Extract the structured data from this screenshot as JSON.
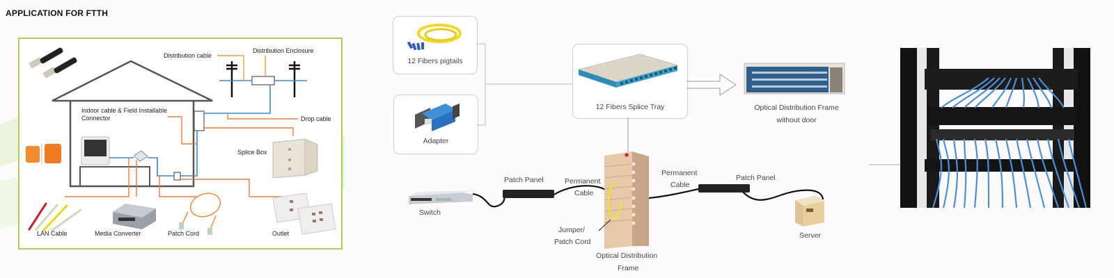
{
  "ftth": {
    "title": "APPLICATION FOR FTTH",
    "labels": {
      "distribution_cable": "Distribution cable",
      "distribution_enclosure": "Distribution Enclosure",
      "indoor_cable_line1": "Indoor cable & Field Installable",
      "indoor_cable_line2": "Connector",
      "drop_cable": "Drop cable",
      "splice_box": "Splice Box",
      "lan_cable": "LAN Cable",
      "media_converter": "Media Converter",
      "patch_cord": "Patch Cord",
      "outlet": "Outlet"
    },
    "colors": {
      "frame": "#a6d05a",
      "fiber_blue": "#3a86d4",
      "copper_orange": "#f07a3a",
      "leader_orange": "#f5a040"
    }
  },
  "splice_tray": {
    "cards": {
      "pigtails": "12 Fibers pigtails",
      "adapter": "Adapter",
      "splice_tray": "12 Fibers Splice Tray"
    },
    "odf_line1": "Optical Distribution Frame",
    "odf_line2": "without door"
  },
  "cabling": {
    "switch": "Switch",
    "patch_panel_left": "Patch Panel",
    "permanent_cable_left_1": "Permanent",
    "permanent_cable_left_2": "Cable",
    "jumper_1": "Jumper/",
    "jumper_2": "Patch Cord",
    "odf_1": "Optical Distribution",
    "odf_2": "Frame",
    "permanent_cable_right_1": "Permanent",
    "permanent_cable_right_2": "Cable",
    "patch_panel_right": "Patch Panel",
    "server": "Server"
  },
  "rack": {
    "cable_color": "#4a90d9"
  }
}
